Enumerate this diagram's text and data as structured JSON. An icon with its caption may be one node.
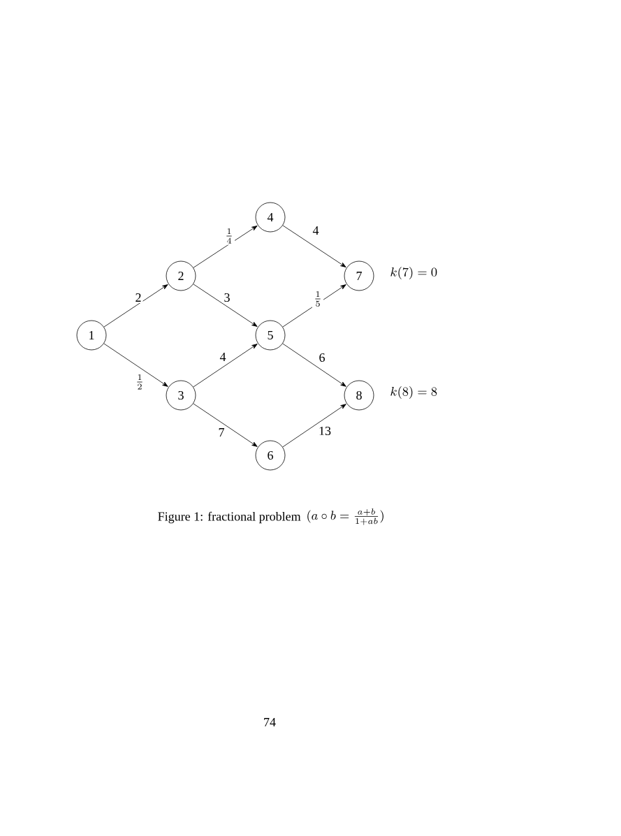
{
  "diagram": {
    "caption": "Figure 1: fractional problem",
    "nodes": [
      {
        "text": [
          "1"
        ]
      },
      {
        "text": [
          "2"
        ]
      },
      {
        "text": [
          "3"
        ]
      },
      {
        "text": [
          "4"
        ]
      },
      {
        "text": [
          "5"
        ]
      },
      {
        "text": [
          "6"
        ]
      },
      {
        "text": [
          "7"
        ],
        "beside": [
          "k(7) = 0"
        ]
      },
      {
        "text": [
          "8"
        ],
        "beside": [
          "k(8) = 8"
        ]
      }
    ],
    "edges": [
      {
        "from": 0,
        "to": 1,
        "arrow": "to",
        "label": "2"
      },
      {
        "from": 0,
        "to": 2,
        "arrow": "to",
        "label": "\\frac{1}{2}"
      },
      {
        "from": 1,
        "to": 3,
        "arrow": "to",
        "label": "\\frac{1}{4}"
      },
      {
        "from": 1,
        "to": 4,
        "arrow": "to",
        "label": "3"
      },
      {
        "from": 2,
        "to": 4,
        "arrow": "to",
        "label": "4"
      },
      {
        "from": 2,
        "to": 5,
        "arrow": "to",
        "label": "7"
      },
      {
        "from": 3,
        "to": 6,
        "arrow": "to",
        "label": "4"
      },
      {
        "from": 4,
        "to": 6,
        "arrow": "to",
        "label": "\\frac{1}{5}"
      },
      {
        "from": 4,
        "to": 7,
        "arrow": "to",
        "label": "6"
      },
      {
        "from": 5,
        "to": 7,
        "arrow": "to",
        "label": "13"
      }
    ],
    "labels": [
      "(a \\circ b = \\frac{a+b}{1+ab})",
      "74"
    ]
  }
}
